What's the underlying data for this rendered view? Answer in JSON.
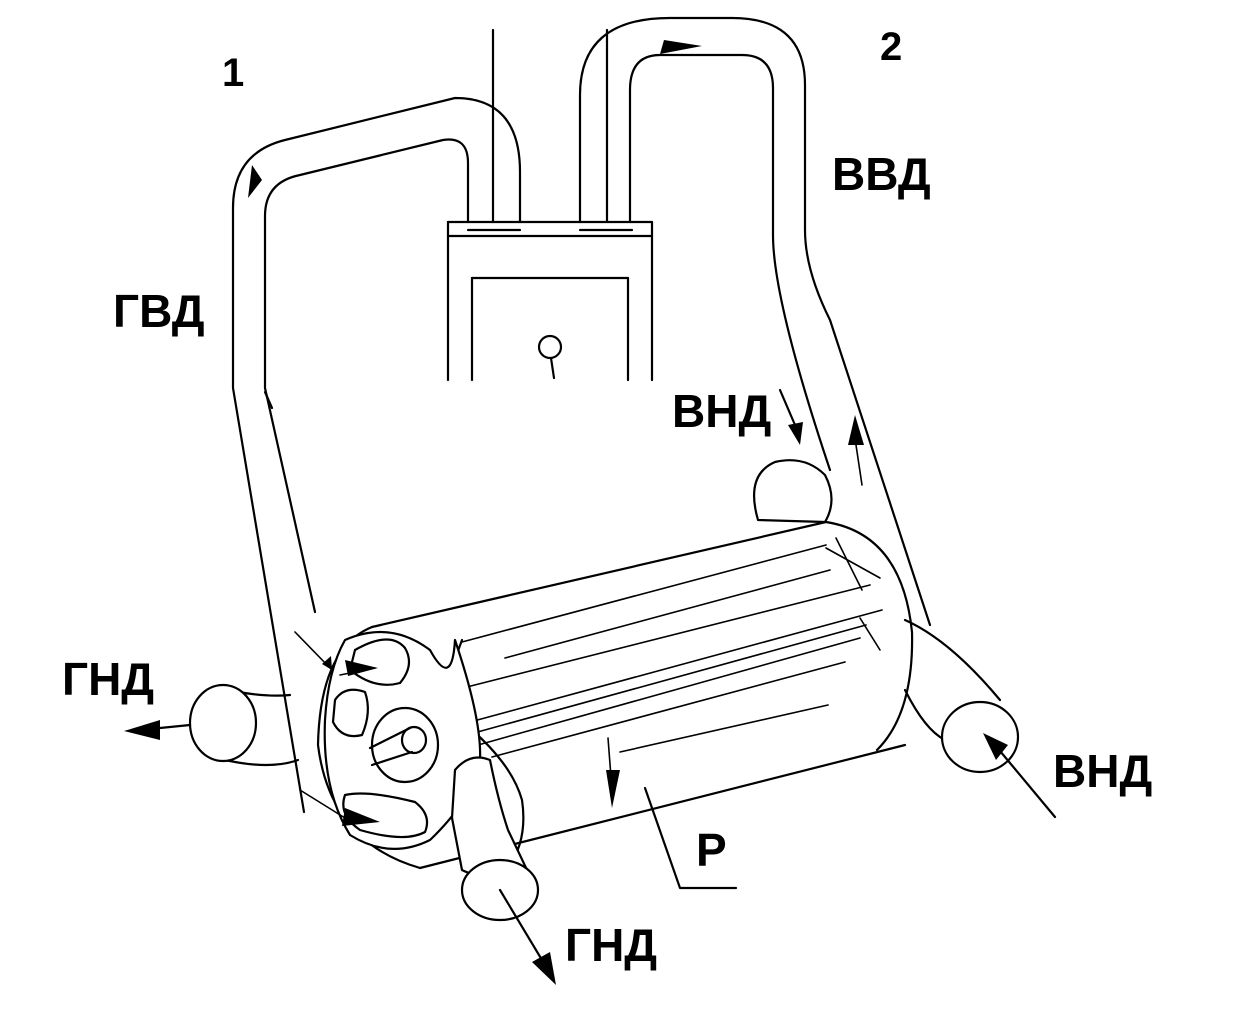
{
  "labels": {
    "n1": "1",
    "n2": "2",
    "gvd": "ГВД",
    "vvd": "ВВД",
    "vnd_top": "ВНД",
    "gnd_left": "ГНД",
    "vnd_right": "ВНД",
    "gnd_bottom": "ГНД",
    "p": "Р"
  },
  "colors": {
    "stroke": "#000000",
    "background": "#ffffff"
  }
}
